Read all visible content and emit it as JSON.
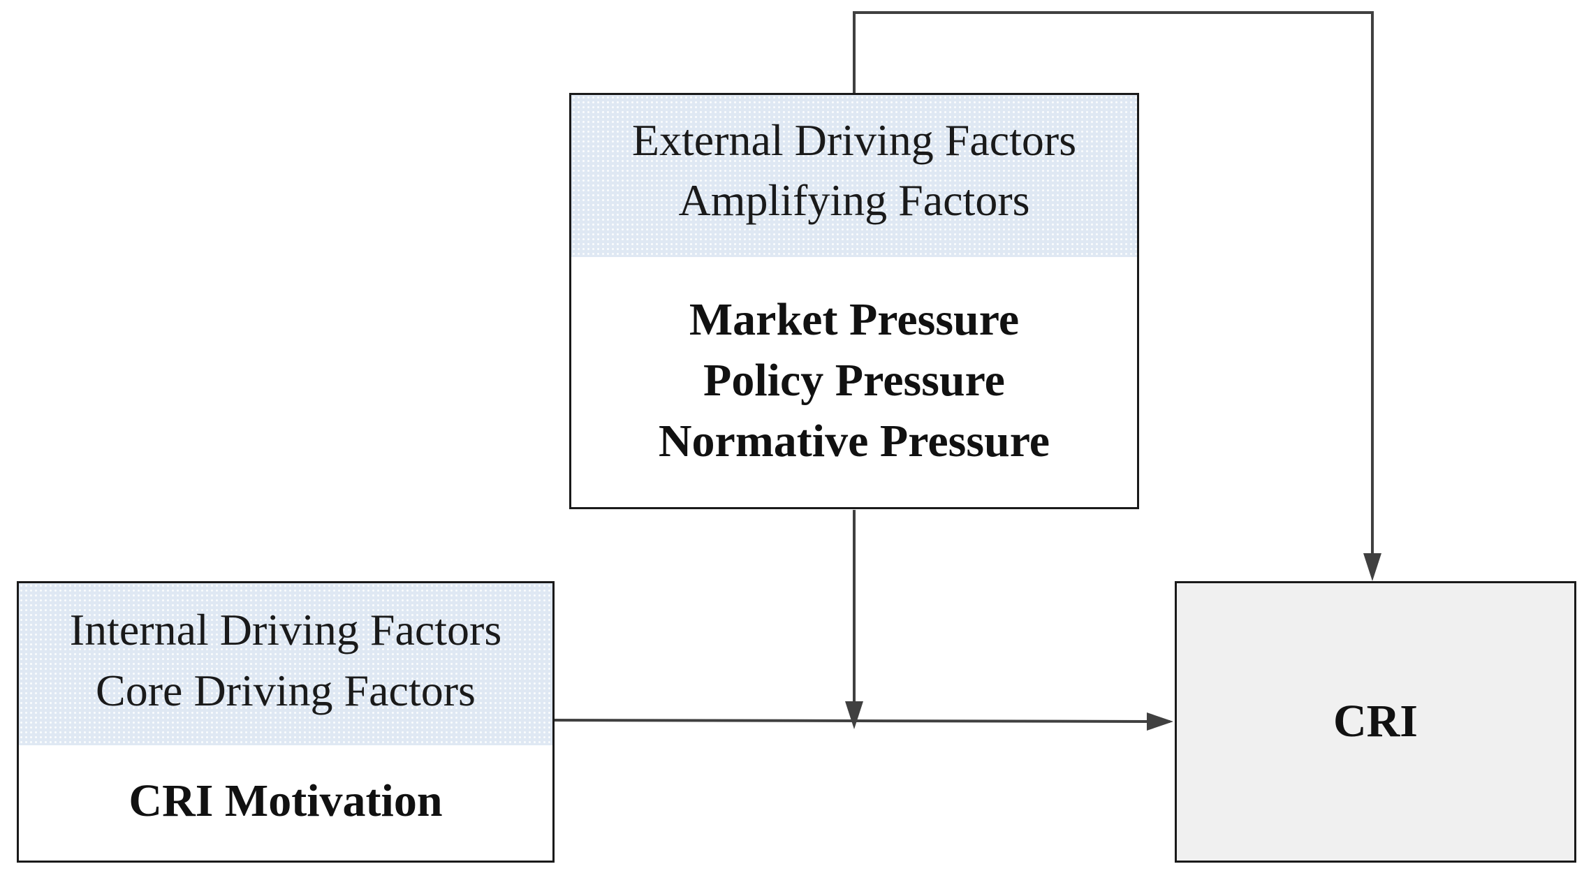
{
  "external_box": {
    "header_lines": [
      "External Driving Factors",
      "Amplifying Factors"
    ],
    "items": [
      "Market Pressure",
      "Policy Pressure",
      "Normative Pressure"
    ]
  },
  "internal_box": {
    "header_lines": [
      "Internal Driving Factors",
      "Core Driving Factors"
    ],
    "items": [
      "CRI Motivation"
    ]
  },
  "outcome_box": {
    "label": "CRI"
  },
  "colors": {
    "header_fill": "#dfe8f3",
    "outcome_fill": "#f0f0f0",
    "arrow": "#404040",
    "border": "#1a1a1a"
  }
}
